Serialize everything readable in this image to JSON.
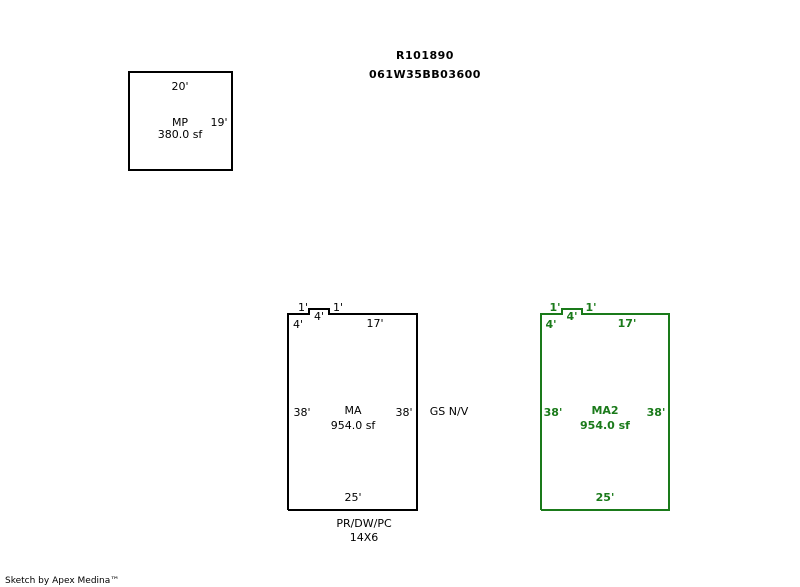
{
  "header": {
    "account": "R101890",
    "map_tax_lot": "061W35BB03600"
  },
  "sections": {
    "mp": {
      "name": "MP",
      "area": "380.0 sf",
      "top_dim": "20'",
      "right_dim": "19'"
    },
    "ma": {
      "name": "MA",
      "area": "954.0 sf",
      "step_left": "1'",
      "step_mid": "4'",
      "step_right": "1'",
      "left_top_dim": "4'",
      "top_dim": "17'",
      "left_dim": "38'",
      "right_dim": "38'",
      "bottom_dim": "25'",
      "side_note": "GS N/V",
      "below_line1": "PR/DW/PC",
      "below_line2": "14X6"
    },
    "ma2": {
      "name": "MA2",
      "area": "954.0 sf",
      "step_left": "1'",
      "step_mid": "4'",
      "step_right": "1'",
      "left_top_dim": "4'",
      "top_dim": "17'",
      "left_dim": "38'",
      "right_dim": "38'",
      "bottom_dim": "25'",
      "color": "#1a7a1a"
    }
  },
  "footer": {
    "credit": "Sketch by Apex Medina™"
  }
}
